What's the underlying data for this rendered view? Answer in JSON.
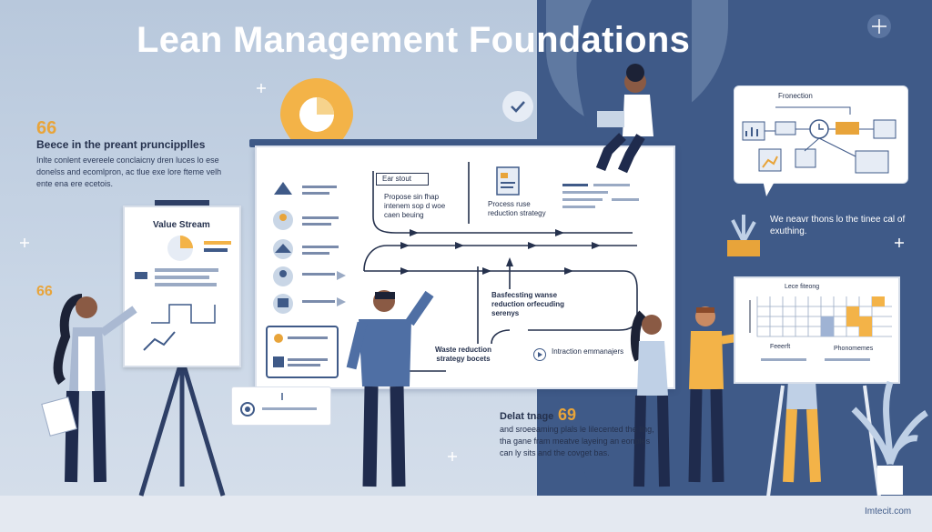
{
  "header": {
    "title": "Lean Management Foundations"
  },
  "left_panel": {
    "quote_mark": "66",
    "heading": "Beece in the preant pruncipplles",
    "body": "Inlte conlent evereele conclaicny dren luces lo ese donelss and ecomlpron, ac tlue exe lore fteme velh ente ena ere ecetois.",
    "small_quote_mark": "66"
  },
  "easel": {
    "label": "Value Stream"
  },
  "board": {
    "box_label_1": "Ear stout",
    "box_label_2": "Propose sin fhap intenem sop d woe caen beuing",
    "box_label_3": "Process ruse reduction strategy",
    "box_label_4": "Basfecsting wanse reduction orfecuding serenys",
    "box_label_5": "Waste reduction strategy bocets",
    "box_label_6": "Intraction emmanajers"
  },
  "speech_bubble": {
    "title": "Fronection"
  },
  "right_panel": {
    "text": "We neavr thons lo the tinee cal of exuthing."
  },
  "matrix_board": {
    "title": "Lece fiteong",
    "label_left": "Feeerft",
    "label_right": "Phonomemes"
  },
  "bottom_panel": {
    "heading": "Delat tnage",
    "quote_mark": "69",
    "body": "and sroeeaming plals le lilecented the ling, tha gane fram meatve layeing an eonples can ly sits and the covget bas."
  },
  "footer": {
    "brand": "Imtecit.com"
  },
  "colors": {
    "navy": "#3f5a88",
    "accent": "#e8a43a",
    "background": "#c9d6e6",
    "text_dark": "#25314d"
  },
  "icons": [
    "location-pin-icon",
    "check-circle-icon",
    "plus-sparkle-icon",
    "clock-icon",
    "document-icon",
    "arrow-up-icon",
    "user-avatar-icon",
    "play-arrow-icon"
  ]
}
